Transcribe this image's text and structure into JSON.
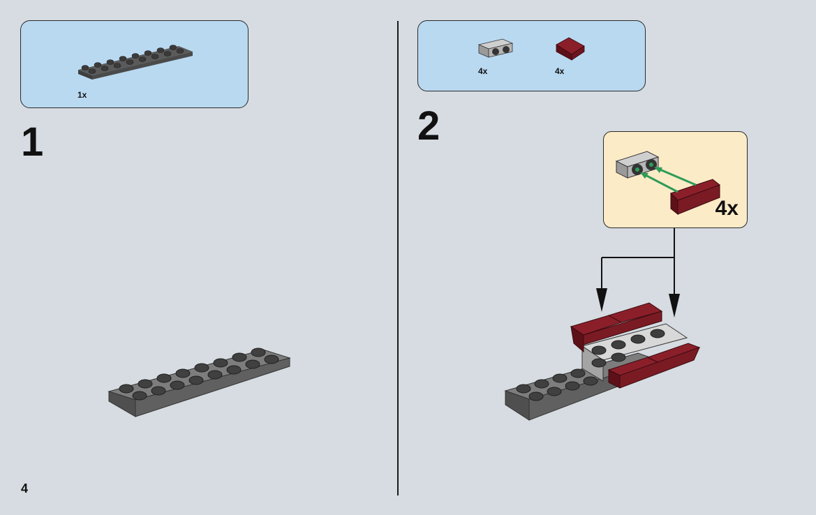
{
  "page_number": "4",
  "steps": [
    {
      "number": "1",
      "parts": [
        {
          "qty": "1x",
          "part": "plate-2x8-dark-grey"
        }
      ]
    },
    {
      "number": "2",
      "parts": [
        {
          "qty": "4x",
          "part": "bracket-1x2-light-grey"
        },
        {
          "qty": "4x",
          "part": "slope-dark-red"
        }
      ],
      "sub_assembly": {
        "qty": "4x"
      }
    }
  ],
  "colors": {
    "background": "#d6dce1",
    "parts_box": "#b9d9f1",
    "sub_box": "#fcebc7",
    "dark_red": "#7a1b24",
    "stud_grey": "#4a4a4a",
    "arrow_green": "#2e9b57"
  }
}
